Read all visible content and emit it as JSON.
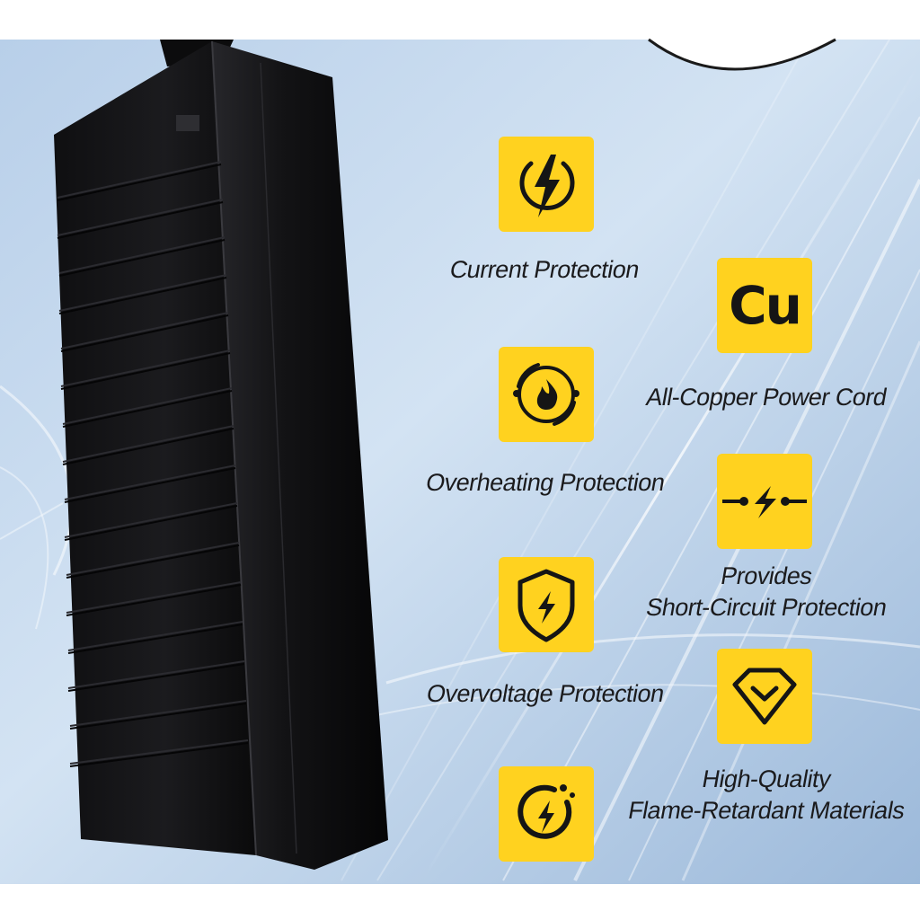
{
  "accent_color": "#FFD21F",
  "background_color": "#C9DCF0",
  "product": {
    "name_icon": "power-adapter"
  },
  "features": [
    {
      "caption": "Current Protection",
      "icon": "lightning-circle-icon"
    },
    {
      "caption": "All-Copper Power Cord",
      "icon": "cu-element-icon",
      "icon_text": "Cu"
    },
    {
      "caption": "Overheating Protection",
      "icon": "flame-target-icon"
    },
    {
      "caption_lines": [
        "Provides",
        "Short-Circuit Protection"
      ],
      "icon": "short-circuit-icon"
    },
    {
      "caption": "Overvoltage Protection",
      "icon": "shield-lightning-icon"
    },
    {
      "caption_lines": [
        "High-Quality",
        "Flame-Retardant Materials"
      ],
      "icon": "diamond-check-icon"
    },
    {
      "caption": "",
      "icon": "power-cycle-icon"
    }
  ]
}
